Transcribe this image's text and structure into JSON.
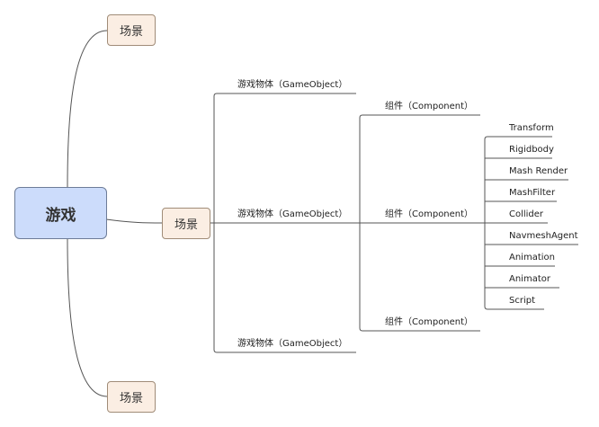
{
  "root": {
    "label": "游戏"
  },
  "scenes": [
    {
      "label": "场景"
    },
    {
      "label": "场景"
    },
    {
      "label": "场景"
    }
  ],
  "game_objects": [
    {
      "label": "游戏物体（GameObject）"
    },
    {
      "label": "游戏物体（GameObject）"
    },
    {
      "label": "游戏物体（GameObject）"
    }
  ],
  "components": [
    {
      "label": "组件（Component）"
    },
    {
      "label": "组件（Component）"
    },
    {
      "label": "组件（Component）"
    }
  ],
  "component_types": [
    {
      "label": "Transform"
    },
    {
      "label": "Rigidbody"
    },
    {
      "label": "Mash Render"
    },
    {
      "label": "MashFilter"
    },
    {
      "label": "Collider"
    },
    {
      "label": "NavmeshAgent"
    },
    {
      "label": "Animation"
    },
    {
      "label": "Animator"
    },
    {
      "label": "Script"
    }
  ]
}
